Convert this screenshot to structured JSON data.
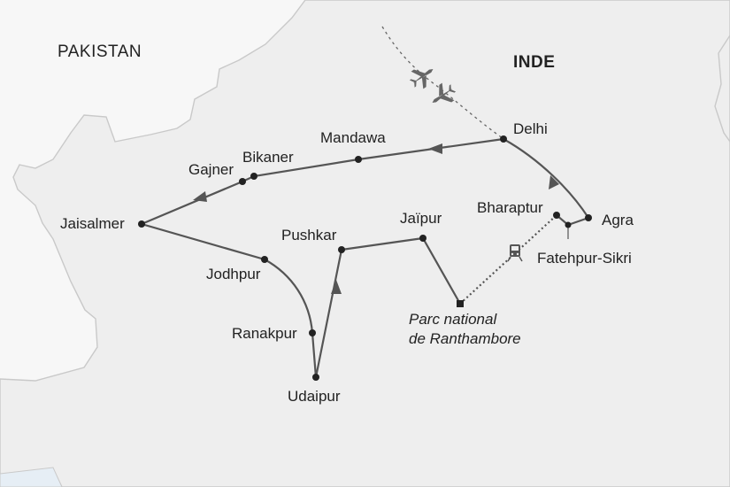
{
  "countries": {
    "pakistan": "PAKISTAN",
    "inde": "INDE"
  },
  "places": {
    "delhi": "Delhi",
    "mandawa": "Mandawa",
    "bikaner": "Bikaner",
    "gajner": "Gajner",
    "jaisalmer": "Jaisalmer",
    "jodhpur": "Jodhpur",
    "ranakpur": "Ranakpur",
    "udaipur": "Udaipur",
    "pushkar": "Pushkar",
    "jaipur": "Jaïpur",
    "ranthambore_line1": "Parc national",
    "ranthambore_line2": "de Ranthambore",
    "bharaptur": "Bharaptur",
    "agra": "Agra",
    "fatehpur": "Fatehpur-Sikri"
  },
  "icons": [
    "airplane-icon",
    "airplane-icon",
    "train-icon",
    "direction-arrow-icon"
  ],
  "colors": {
    "land_india": "#eeeeee",
    "land_neighbor": "#f7f7f7",
    "border": "#c9c9c9",
    "route": "#555555",
    "water": "#e6eef5"
  }
}
